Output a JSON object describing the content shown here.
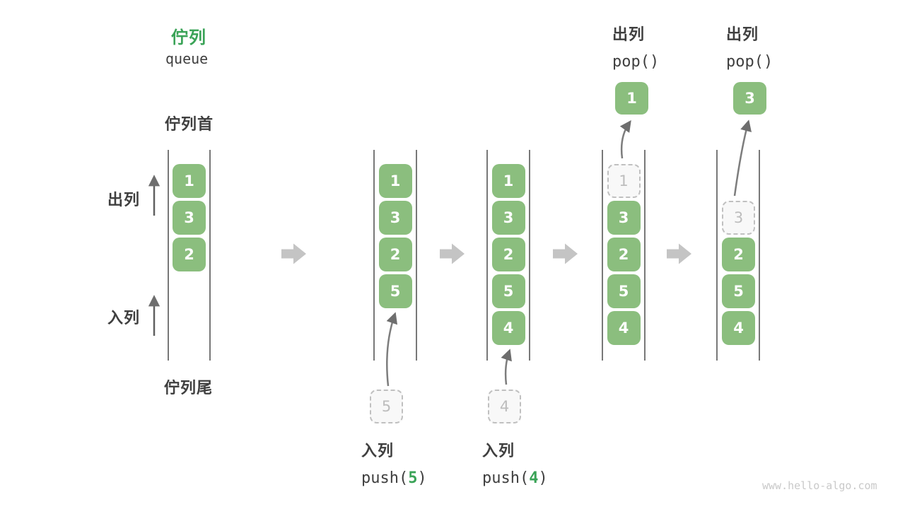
{
  "title": {
    "zh": "佇列",
    "en": "queue"
  },
  "labels": {
    "front": "佇列首",
    "tail": "佇列尾",
    "dequeue_side": "出列",
    "enqueue_side": "入列"
  },
  "colors": {
    "box_green": "#8BBE7E",
    "title_green": "#3AA357",
    "arg_green": "#3AA357"
  },
  "columns": [
    {
      "cells": [
        {
          "slot": 0,
          "value": "1"
        },
        {
          "slot": 1,
          "value": "3"
        },
        {
          "slot": 2,
          "value": "2"
        }
      ]
    },
    {
      "cells": [
        {
          "slot": 0,
          "value": "1"
        },
        {
          "slot": 1,
          "value": "3"
        },
        {
          "slot": 2,
          "value": "2"
        },
        {
          "slot": 3,
          "value": "5"
        }
      ]
    },
    {
      "cells": [
        {
          "slot": 0,
          "value": "1"
        },
        {
          "slot": 1,
          "value": "3"
        },
        {
          "slot": 2,
          "value": "2"
        },
        {
          "slot": 3,
          "value": "5"
        },
        {
          "slot": 4,
          "value": "4"
        }
      ]
    },
    {
      "cells": [
        {
          "slot": 0,
          "value": "1",
          "dashed": true
        },
        {
          "slot": 1,
          "value": "3"
        },
        {
          "slot": 2,
          "value": "2"
        },
        {
          "slot": 3,
          "value": "5"
        },
        {
          "slot": 4,
          "value": "4"
        }
      ]
    },
    {
      "cells": [
        {
          "slot": 1,
          "value": "3",
          "dashed": true
        },
        {
          "slot": 2,
          "value": "2"
        },
        {
          "slot": 3,
          "value": "5"
        },
        {
          "slot": 4,
          "value": "4"
        }
      ]
    }
  ],
  "popped": [
    {
      "value": "1"
    },
    {
      "value": "3"
    }
  ],
  "staged": [
    {
      "value": "5"
    },
    {
      "value": "4"
    }
  ],
  "ops": {
    "pop1": {
      "label": "出列",
      "code": "pop()"
    },
    "pop2": {
      "label": "出列",
      "code": "pop()"
    },
    "push1": {
      "label": "入列",
      "code_prefix": "push(",
      "code_arg": "5",
      "code_suffix": ")"
    },
    "push2": {
      "label": "入列",
      "code_prefix": "push(",
      "code_arg": "4",
      "code_suffix": ")"
    }
  },
  "watermark": "www.hello-algo.com"
}
